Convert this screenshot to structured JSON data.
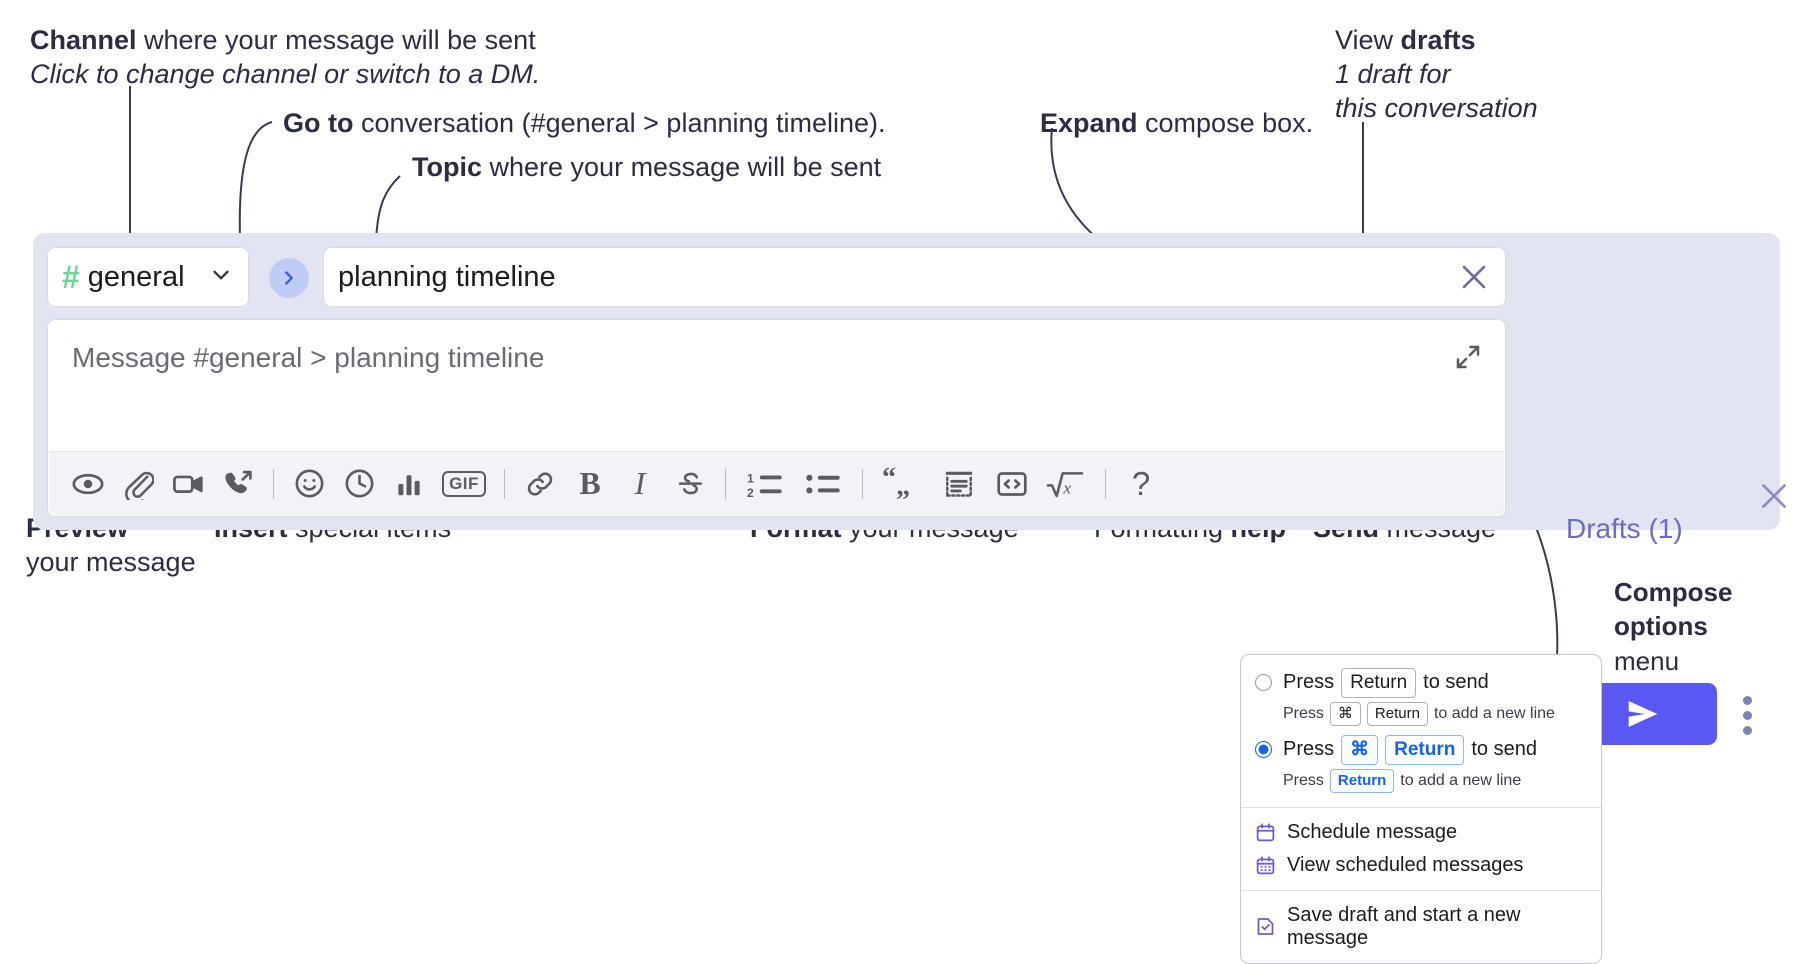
{
  "annotations": {
    "channel": {
      "line1_bold": "Channel",
      "line1_rest": " where your message will be sent",
      "line2_italic": "Click to change channel or switch to a DM."
    },
    "goto": {
      "bold": "Go to",
      "rest": " conversation (#general > planning timeline)."
    },
    "topic": {
      "bold": "Topic",
      "rest": " where your message will be sent"
    },
    "expand": {
      "bold": "Expand",
      "rest": " compose box."
    },
    "drafts": {
      "line1_rest": "View ",
      "line1_bold": "drafts",
      "line2_italic": "1 draft for",
      "line3_italic": "this conversation"
    },
    "preview": {
      "line1_bold": "Preview",
      "line2": "your message"
    },
    "insert": {
      "bold": "Insert",
      "rest": " special items"
    },
    "format": {
      "bold": "Format",
      "rest": " your message"
    },
    "formatting_help": {
      "rest": "Formatting ",
      "bold": "help"
    },
    "send": {
      "bold": "Send",
      "rest": " message"
    },
    "compose_options": {
      "line1_bold": "Compose",
      "line2_bold": "options",
      "line3": "menu"
    }
  },
  "compose": {
    "channel": {
      "hash": "#",
      "name": "general",
      "chevron_icon": "chevron-down-icon"
    },
    "goto_button": {
      "icon": "chevron-right-icon"
    },
    "topic": {
      "value": "planning timeline",
      "clear_icon": "close-icon"
    },
    "message": {
      "placeholder": "Message #general > planning timeline",
      "expand_icon": "expand-icon"
    },
    "drafts_link": "Drafts (1)",
    "panel_close_icon": "close-icon",
    "send_button": {
      "icon": "send-paper-plane-icon"
    },
    "kebab": {
      "icon": "more-options-vertical-icon"
    },
    "toolbar": [
      {
        "name": "preview-icon",
        "label": "Preview"
      },
      {
        "name": "attachment-icon",
        "label": "Attach file"
      },
      {
        "name": "video-camera-icon",
        "label": "Video clip"
      },
      {
        "name": "phone-forward-icon",
        "label": "Audio clip"
      },
      {
        "name": "separator",
        "label": ""
      },
      {
        "name": "emoji-smiley-icon",
        "label": "Emoji"
      },
      {
        "name": "clock-icon",
        "label": "Reminder"
      },
      {
        "name": "bar-chart-icon",
        "label": "Poll"
      },
      {
        "name": "gif-icon",
        "label": "GIF"
      },
      {
        "name": "separator",
        "label": ""
      },
      {
        "name": "link-icon",
        "label": "Link"
      },
      {
        "name": "bold-icon",
        "label": "B"
      },
      {
        "name": "italic-icon",
        "label": "I"
      },
      {
        "name": "strikethrough-icon",
        "label": "S"
      },
      {
        "name": "separator",
        "label": ""
      },
      {
        "name": "ordered-list-icon",
        "label": "Ordered list"
      },
      {
        "name": "bulleted-list-icon",
        "label": "Bulleted list"
      },
      {
        "name": "separator",
        "label": ""
      },
      {
        "name": "blockquote-icon",
        "label": "Blockquote"
      },
      {
        "name": "code-block-icon",
        "label": "Code block"
      },
      {
        "name": "inline-code-icon",
        "label": "Code"
      },
      {
        "name": "latex-icon",
        "label": "LaTeX"
      },
      {
        "name": "separator",
        "label": ""
      },
      {
        "name": "help-icon",
        "label": "?"
      }
    ]
  },
  "options_menu": {
    "option1": {
      "selected": false,
      "press": "Press",
      "key": "Return",
      "suffix": "to send",
      "sub_press": "Press",
      "sub_key1": "⌘",
      "sub_key2": "Return",
      "sub_suffix": "to add a new line"
    },
    "option2": {
      "selected": true,
      "press": "Press",
      "key1": "⌘",
      "key2": "Return",
      "suffix": "to send",
      "sub_press": "Press",
      "sub_key": "Return",
      "sub_suffix": "to add a new line"
    },
    "items": [
      {
        "icon": "calendar-schedule-icon",
        "label": "Schedule message"
      },
      {
        "icon": "calendar-grid-icon",
        "label": "View scheduled messages"
      },
      {
        "icon": "save-draft-icon",
        "label": "Save draft and start a new message"
      }
    ]
  },
  "colors": {
    "panel_bg": "#e3e4f1",
    "accent_send": "#5a58f2",
    "hash_green": "#6fd39a",
    "goto_bg": "#bfcdf5",
    "drafts_text": "#6b6bc4",
    "radio_blue": "#1264f0",
    "menu_icon": "#6b5bd2"
  }
}
